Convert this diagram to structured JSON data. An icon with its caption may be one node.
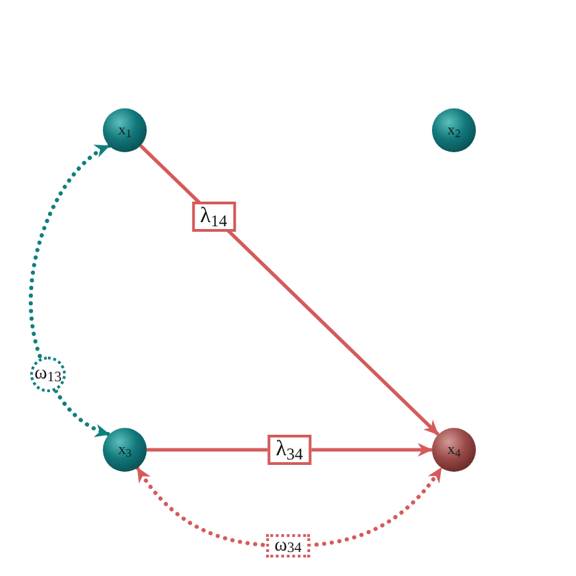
{
  "diagram": {
    "nodes": [
      {
        "text": [
          "x$_{1}$"
        ]
      },
      {
        "text": [
          "x$_{2}$"
        ]
      },
      {
        "text": [
          "x$_{3}$"
        ]
      },
      {
        "text": [
          "x$_{4}$"
        ]
      }
    ],
    "edges": [
      {
        "from": 0,
        "to": 3,
        "arrow": "to",
        "label": "λ$_{14}$"
      },
      {
        "from": 2,
        "to": 3,
        "arrow": "to",
        "label": "λ$_{34}$"
      },
      {
        "from": 0,
        "to": 2,
        "arrow": "both",
        "label": "ω$_{13}$",
        "style": "dashed",
        "color": "#0f7f7e"
      },
      {
        "from": 2,
        "to": 3,
        "arrow": "both",
        "label": "ω$_{34}$",
        "style": "dashed"
      }
    ]
  }
}
